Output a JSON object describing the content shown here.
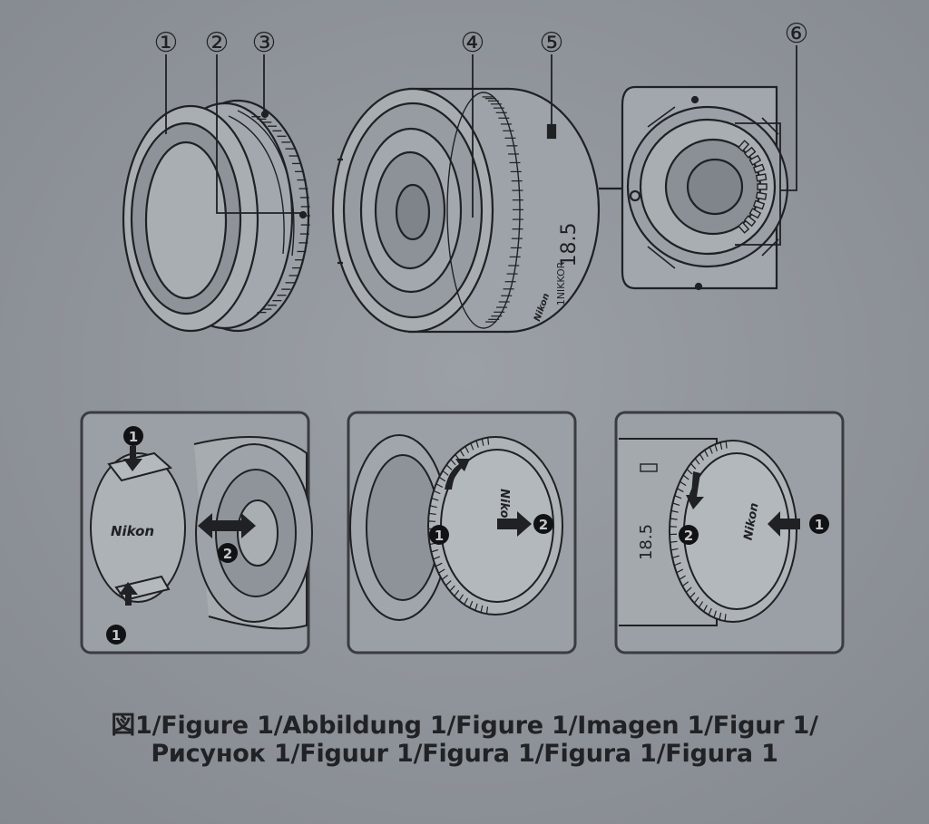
{
  "callouts": {
    "c1": "①",
    "c2": "②",
    "c3": "③",
    "c4": "④",
    "c5": "⑤",
    "c6": "⑥"
  },
  "lens": {
    "focal_text": "18.5",
    "model_text": "1NIKKOR",
    "brand_text": "Nikon"
  },
  "panels": {
    "p1": {
      "cap_brand": "Nikon",
      "step_top": "1",
      "step_bottom": "1",
      "step_move": "2"
    },
    "p2": {
      "cap_brand": "Nikon",
      "step_twist": "1",
      "step_pull": "2"
    },
    "p3": {
      "cap_brand": "Nikon",
      "focal_text": "18.5",
      "step_push": "1",
      "step_twist": "2"
    }
  },
  "caption": {
    "line1": "図1/Figure 1/Abbildung 1/Figure 1/Imagen 1/Figur 1/",
    "line2": "Рисунок 1/Figuur 1/Figura 1/Figura 1/Figura 1"
  },
  "colors": {
    "paper": "#8f949a",
    "ink": "#1f2124",
    "panel_border": "#3a3c40",
    "step_fill": "#111214"
  }
}
